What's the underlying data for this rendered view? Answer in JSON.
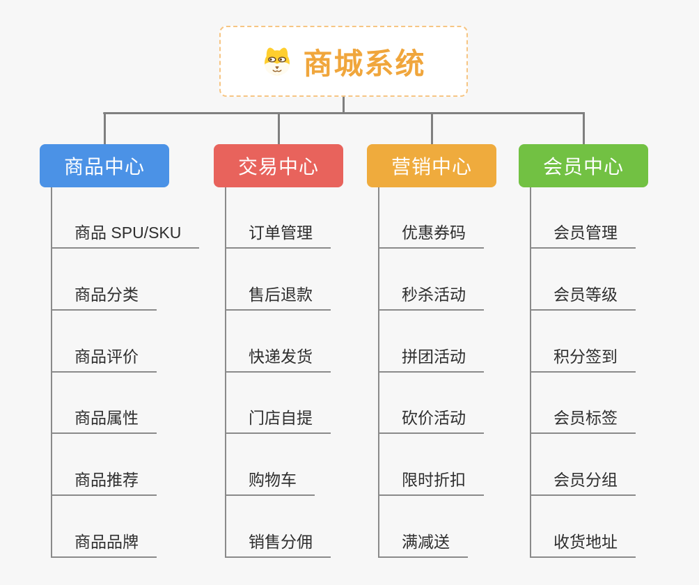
{
  "root": {
    "title": "商城系统",
    "icon": "dog-face-icon",
    "accent_color": "#f0a63c",
    "border_color": "#f6c583"
  },
  "connector_color": "#7f7f7f",
  "underline_color": "#8a8a8a",
  "background_color": "#f7f7f7",
  "branches": [
    {
      "label": "商品中心",
      "color": "#4b92e6",
      "items": [
        "商品 SPU/SKU",
        "商品分类",
        "商品评价",
        "商品属性",
        "商品推荐",
        "商品品牌"
      ]
    },
    {
      "label": "交易中心",
      "color": "#e8635c",
      "items": [
        "订单管理",
        "售后退款",
        "快递发货",
        "门店自提",
        "购物车",
        "销售分佣"
      ]
    },
    {
      "label": "营销中心",
      "color": "#efab3d",
      "items": [
        "优惠券码",
        "秒杀活动",
        "拼团活动",
        "砍价活动",
        "限时折扣",
        "满减送"
      ]
    },
    {
      "label": "会员中心",
      "color": "#72c143",
      "items": [
        "会员管理",
        "会员等级",
        "积分签到",
        "会员标签",
        "会员分组",
        "收货地址"
      ]
    }
  ]
}
